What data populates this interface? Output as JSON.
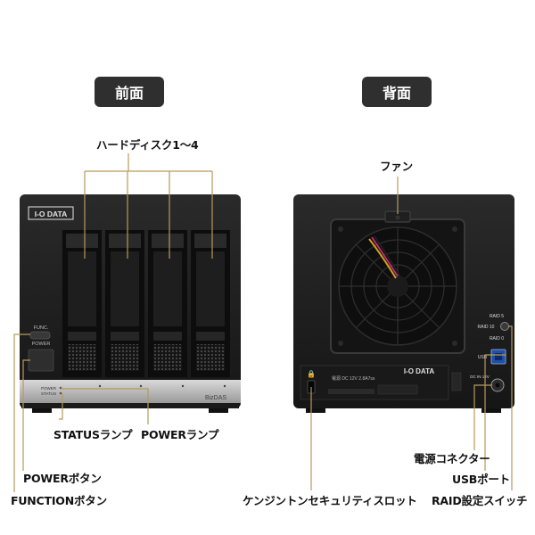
{
  "views": {
    "front": "前面",
    "back": "背面"
  },
  "front": {
    "brand": "I-O DATA",
    "model": "BizDAS",
    "func_label": "FUNC.",
    "power_label": "POWER",
    "power_led_label": "POWER",
    "status_led_label": "STATUS",
    "callouts": {
      "drives": "ハードディスク1〜4",
      "status_lamp": "STATUSランプ",
      "power_lamp": "POWERランプ",
      "power_button": "POWERボタン",
      "function_button": "FUNCTIONボタン"
    }
  },
  "back": {
    "brand": "I-O DATA",
    "rating": "電源 DC 12V 2.8A7ss",
    "raid_5": "RAID 5",
    "raid_10": "RAID 10",
    "raid_0": "RAID 0",
    "usb": "USB",
    "dc_in": "DC IN 12V",
    "callouts": {
      "fan": "ファン",
      "power_connector": "電源コネクター",
      "usb_port": "USBポート",
      "raid_switch": "RAID設定スイッチ",
      "kensington": "ケンジントンセキュリティスロット"
    }
  },
  "colors": {
    "leader": "#b79a5a",
    "device": "#1c1c1c",
    "badge": "#2f2f2f"
  }
}
